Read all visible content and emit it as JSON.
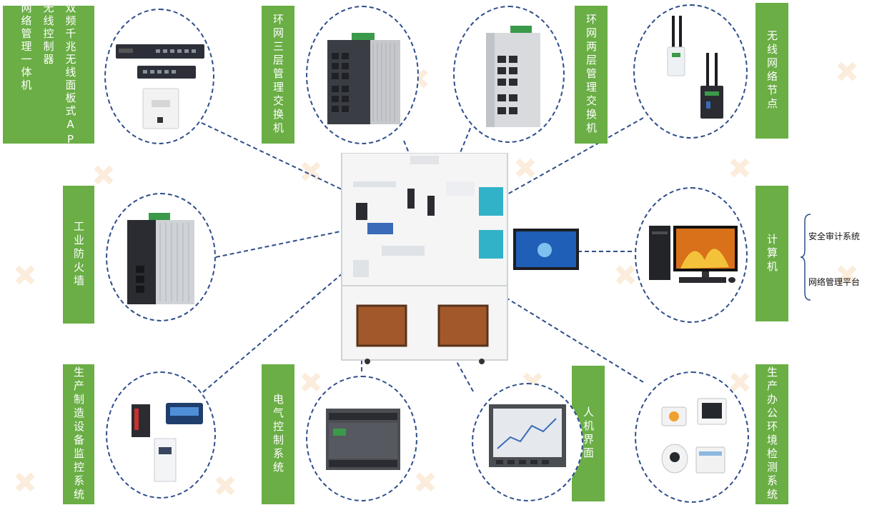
{
  "labels": {
    "ap": "双频千兆无线面板式AP",
    "ac": "无线控制器",
    "mgmt": "网络管理一体机",
    "ring3": "环网三层管理交换机",
    "ring2": "环网两层管理交换机",
    "wireless_node": "无线网络节点",
    "firewall": "工业防火墙",
    "computer": "计算机",
    "prod_monitor": "生产制造设备监控系统",
    "electric": "电气控制系统",
    "hmi": "人机界面",
    "env": "生产办公环境检测系统"
  },
  "computer_functions": [
    "安全审计系统",
    "网络管理平台"
  ],
  "colors": {
    "label_bg": "#6aae45",
    "dash": "#2f4e8a"
  }
}
